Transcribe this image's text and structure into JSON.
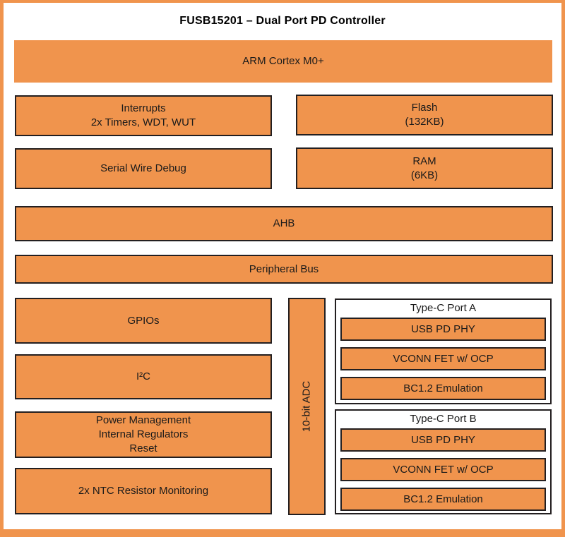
{
  "title": "FUSB15201 – Dual Port PD Controller",
  "colors": {
    "block_fill_orange": "#F0944D",
    "block_border_dark": "#231F20",
    "frame_border_orange": "#F0944D",
    "background_white": "#FFFFFF",
    "text_dark": "#1A1A1A"
  },
  "blocks": {
    "arm": "ARM Cortex M0+",
    "interrupts": {
      "line1": "Interrupts",
      "line2": "2x Timers, WDT, WUT"
    },
    "flash": {
      "line1": "Flash",
      "line2": "(132KB)"
    },
    "swd": "Serial Wire Debug",
    "ram": {
      "line1": "RAM",
      "line2": "(6KB)"
    },
    "ahb": "AHB",
    "peripheral_bus": "Peripheral Bus",
    "gpios": "GPIOs",
    "i2c": "I²C",
    "power_mgmt": {
      "line1": "Power Management",
      "line2": "Internal Regulators",
      "line3": "Reset"
    },
    "ntc": "2x NTC Resistor Monitoring",
    "adc": "10-bit ADC",
    "type_c_port_a": {
      "title": "Type-C Port A",
      "items": [
        "USB PD PHY",
        "VCONN FET w/ OCP",
        "BC1.2 Emulation"
      ]
    },
    "type_c_port_b": {
      "title": "Type-C Port B",
      "items": [
        "USB PD PHY",
        "VCONN FET w/ OCP",
        "BC1.2 Emulation"
      ]
    }
  }
}
